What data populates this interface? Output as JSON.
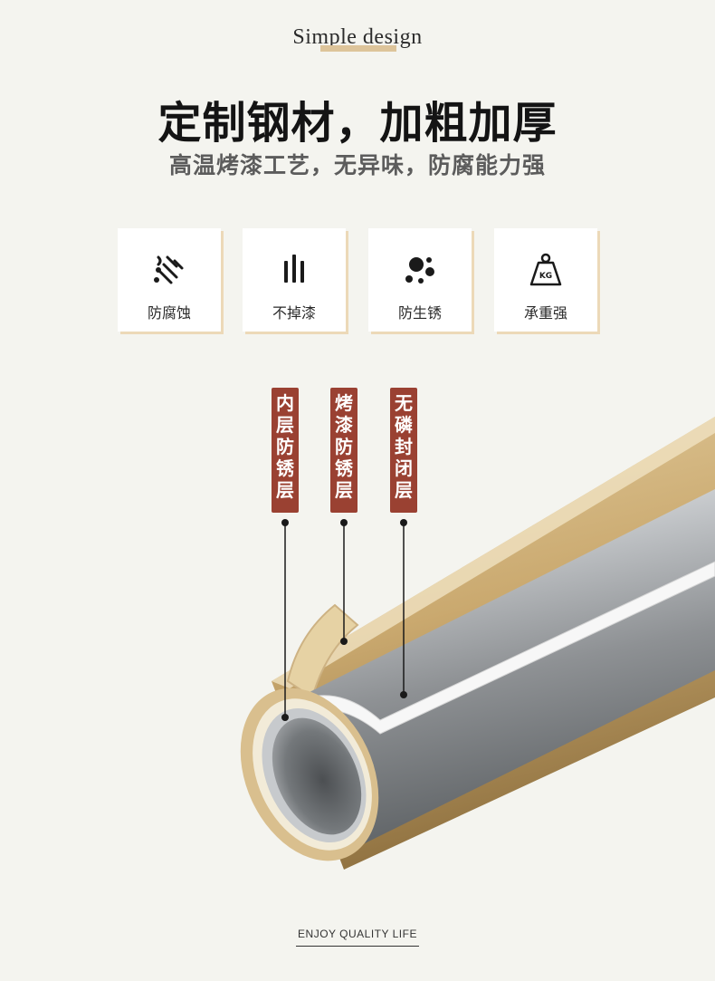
{
  "header": {
    "tagline": "Simple design",
    "headline": "定制钢材，加粗加厚",
    "subheadline": "高温烤漆工艺，无异味，防腐能力强"
  },
  "features": [
    {
      "label": "防腐蚀",
      "icon": "anti-corrosion-icon"
    },
    {
      "label": "不掉漆",
      "icon": "no-peel-paint-icon"
    },
    {
      "label": "防生锈",
      "icon": "rust-proof-icon"
    },
    {
      "label": "承重强",
      "icon": "kg-weight-icon"
    }
  ],
  "weight_icon_text": "KG",
  "layers": [
    {
      "label": "内层防锈层"
    },
    {
      "label": "烤漆防锈层"
    },
    {
      "label": "无磷封闭层"
    }
  ],
  "footer": {
    "text": "ENJOY QUALITY LIFE"
  },
  "colors": {
    "background": "#f4f4ef",
    "accent_gold": "#ddc49a",
    "tag_red": "#9a4132",
    "pipe_gold": "#c9a872",
    "pipe_silver": "#b9bcbf"
  }
}
